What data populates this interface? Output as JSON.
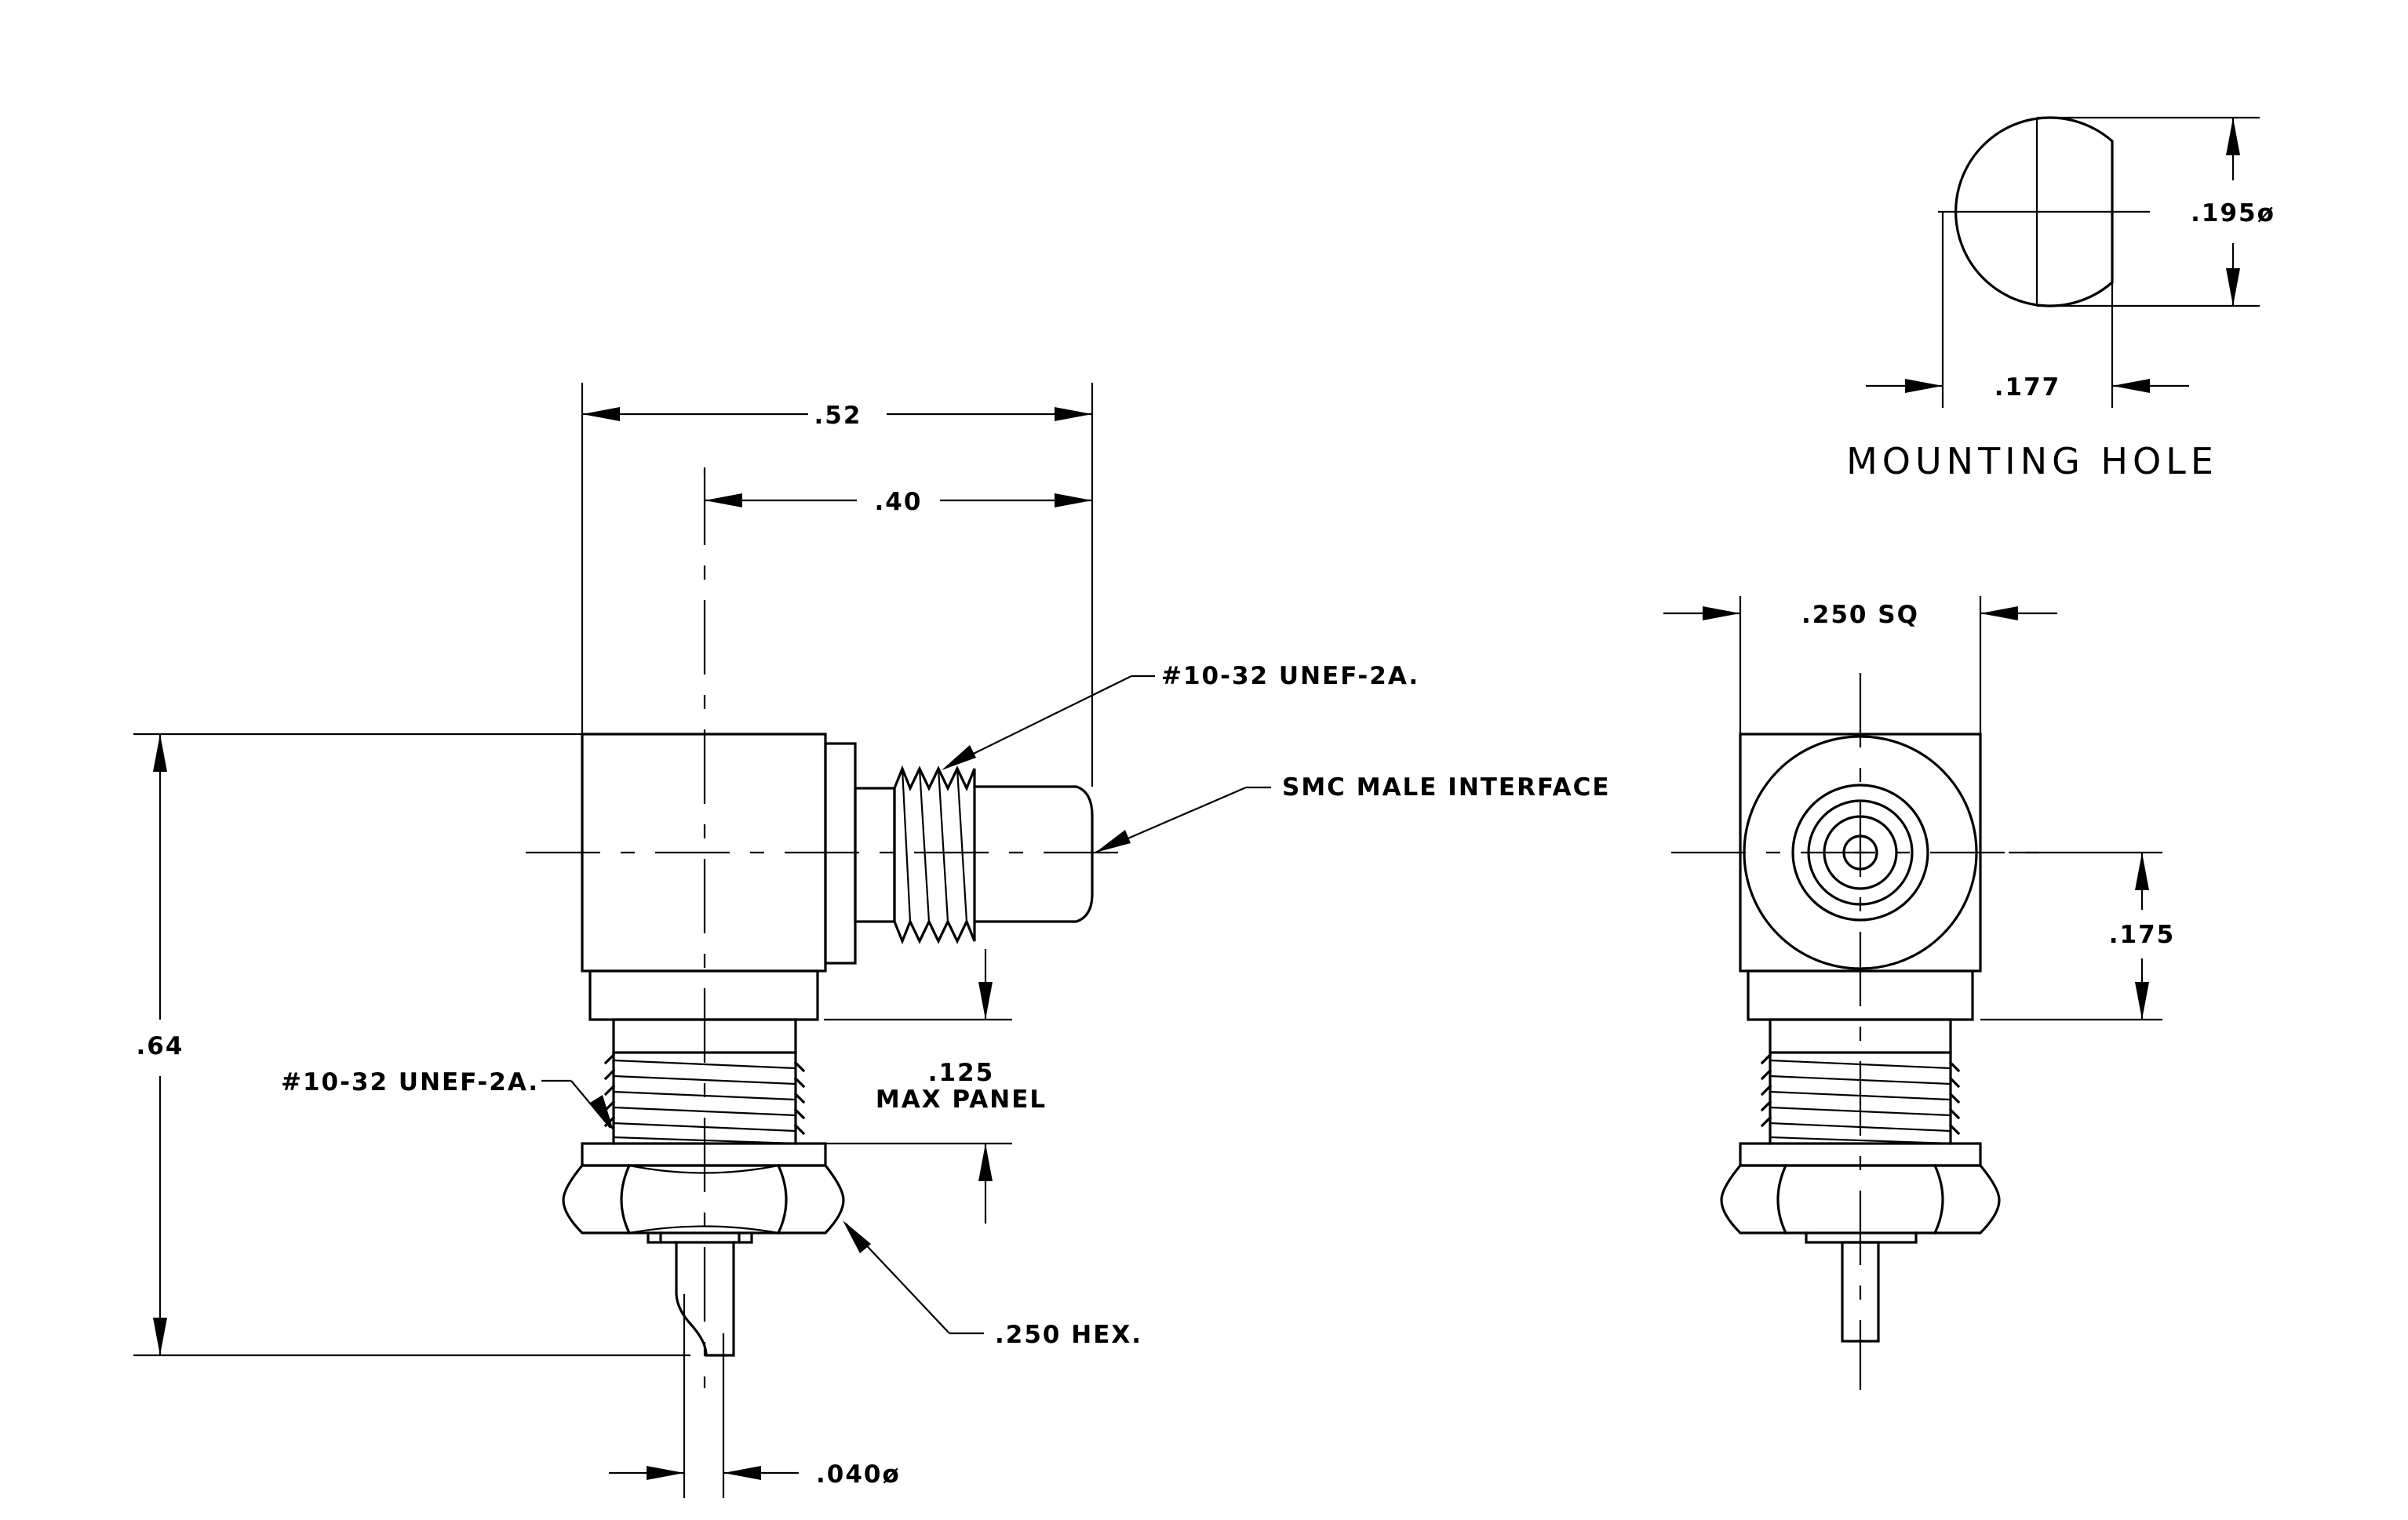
{
  "labels": {
    "dim_052": ".52",
    "dim_040": ".40",
    "dim_064": ".64",
    "thread_callout_top": "#10-32 UNEF-2A.",
    "smc_interface": "SMC MALE INTERFACE",
    "thread_callout_left": "#10-32 UNEF-2A.",
    "panel_thickness_value": ".125",
    "panel_thickness_label": "MAX PANEL",
    "hex_size": ".250 HEX.",
    "pin_diameter": ".040ø",
    "square_size": ".250 SQ",
    "dim_0175": ".175",
    "hole_diameter": ".195ø",
    "hole_flat": ".177",
    "mounting_hole_title": "MOUNTING HOLE"
  }
}
